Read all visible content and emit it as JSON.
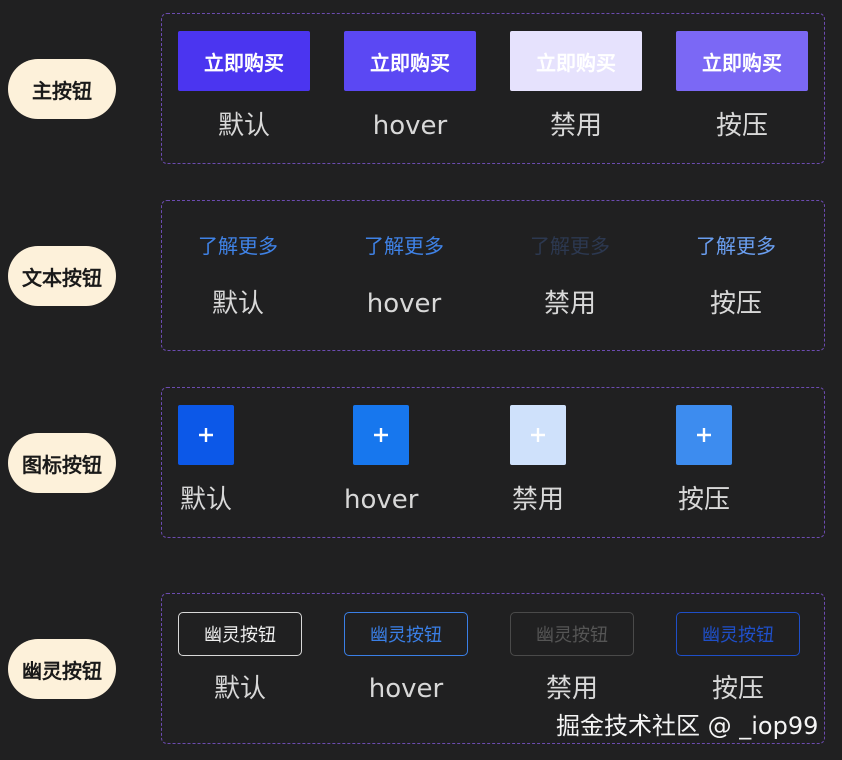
{
  "rows": [
    {
      "label": "主按钮"
    },
    {
      "label": "文本按钮"
    },
    {
      "label": "图标按钮"
    },
    {
      "label": "幽灵按钮"
    }
  ],
  "states": [
    "默认",
    "hover",
    "禁用",
    "按压"
  ],
  "primary": {
    "text": "立即购买",
    "colors": {
      "default": "#4b35f0",
      "hover": "#5b48f3",
      "disabled": "#e6e2fd",
      "pressed": "#7b68f5"
    }
  },
  "text_button": {
    "text": "了解更多",
    "colors": {
      "default": "#3f82e6",
      "hover": "#3f82e6",
      "disabled": "#2c3850",
      "pressed": "#6a9ef0"
    }
  },
  "icon_button": {
    "icon": "plus-icon",
    "glyph": "+",
    "colors": {
      "default": "#0c58e8",
      "hover": "#1777ee",
      "disabled": "#cfe1fb",
      "pressed": "#3d8cef"
    }
  },
  "ghost_button": {
    "text": "幽灵按钮",
    "colors": {
      "default": "#d8d8d8",
      "hover": "#3a7fe6",
      "disabled": "#4a4a4a",
      "pressed": "#1f4fc8"
    }
  },
  "watermark": "掘金技术社区 @ _iop99"
}
